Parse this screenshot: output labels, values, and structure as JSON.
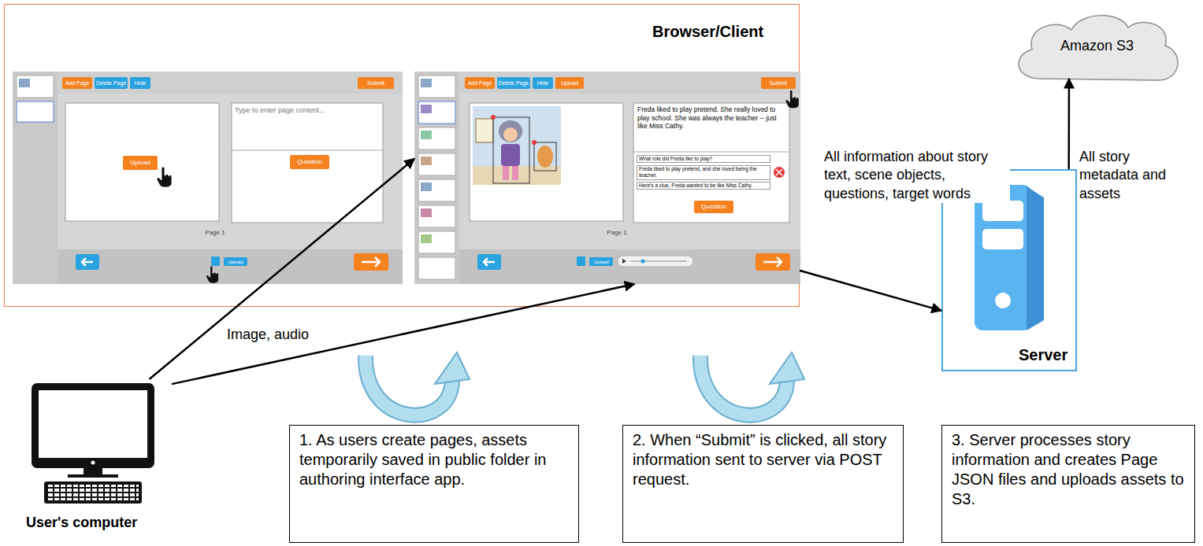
{
  "diagram": {
    "nodes": [
      {
        "text": [
          "Browser/Client"
        ]
      },
      {
        "text": [
          "Add Page",
          "Delete Page",
          "Hide",
          "Submit",
          "Upload",
          "Type to enter page content...",
          "Question",
          "Page 1",
          "Upload"
        ],
        "in": 0
      },
      {
        "text": [
          "Add Page",
          "Delete Page",
          "Hide",
          "Upload",
          "Submit",
          "Freda liked to play pretend. She really loved to play school. She was always the teacher -- just like Miss Cathy.",
          "What role did Freda like to play?",
          "Freda liked to play pretend, and she loved being the teacher.",
          "Here's a clue, Freda wanted to be like Miss Cathy.",
          "Question",
          "Page 1",
          "Upload"
        ],
        "in": 0
      },
      {
        "text": [
          "Amazon S3"
        ]
      },
      {
        "text": [
          "Server"
        ]
      },
      {
        "text": [
          "User's computer"
        ]
      },
      {
        "text": [
          "1. As users create pages, assets temporarily saved in public folder in authoring interface app."
        ]
      },
      {
        "text": [
          "2. When “Submit” is clicked, all story information sent to server via POST request."
        ]
      },
      {
        "text": [
          "3. Server processes story information and creates Page JSON files and uploads assets to S3."
        ]
      }
    ],
    "edges": [
      {
        "from": 5,
        "to": 2,
        "arrow": "to",
        "label": "Image, audio"
      },
      {
        "from": 5,
        "to": 2,
        "arrow": "to"
      },
      {
        "from": 0,
        "to": 4,
        "arrow": "to",
        "label": "All information about story text, scene objects, questions, target words"
      },
      {
        "from": 4,
        "to": 3,
        "arrow": "to",
        "label": "All story metadata and assets"
      }
    ]
  }
}
